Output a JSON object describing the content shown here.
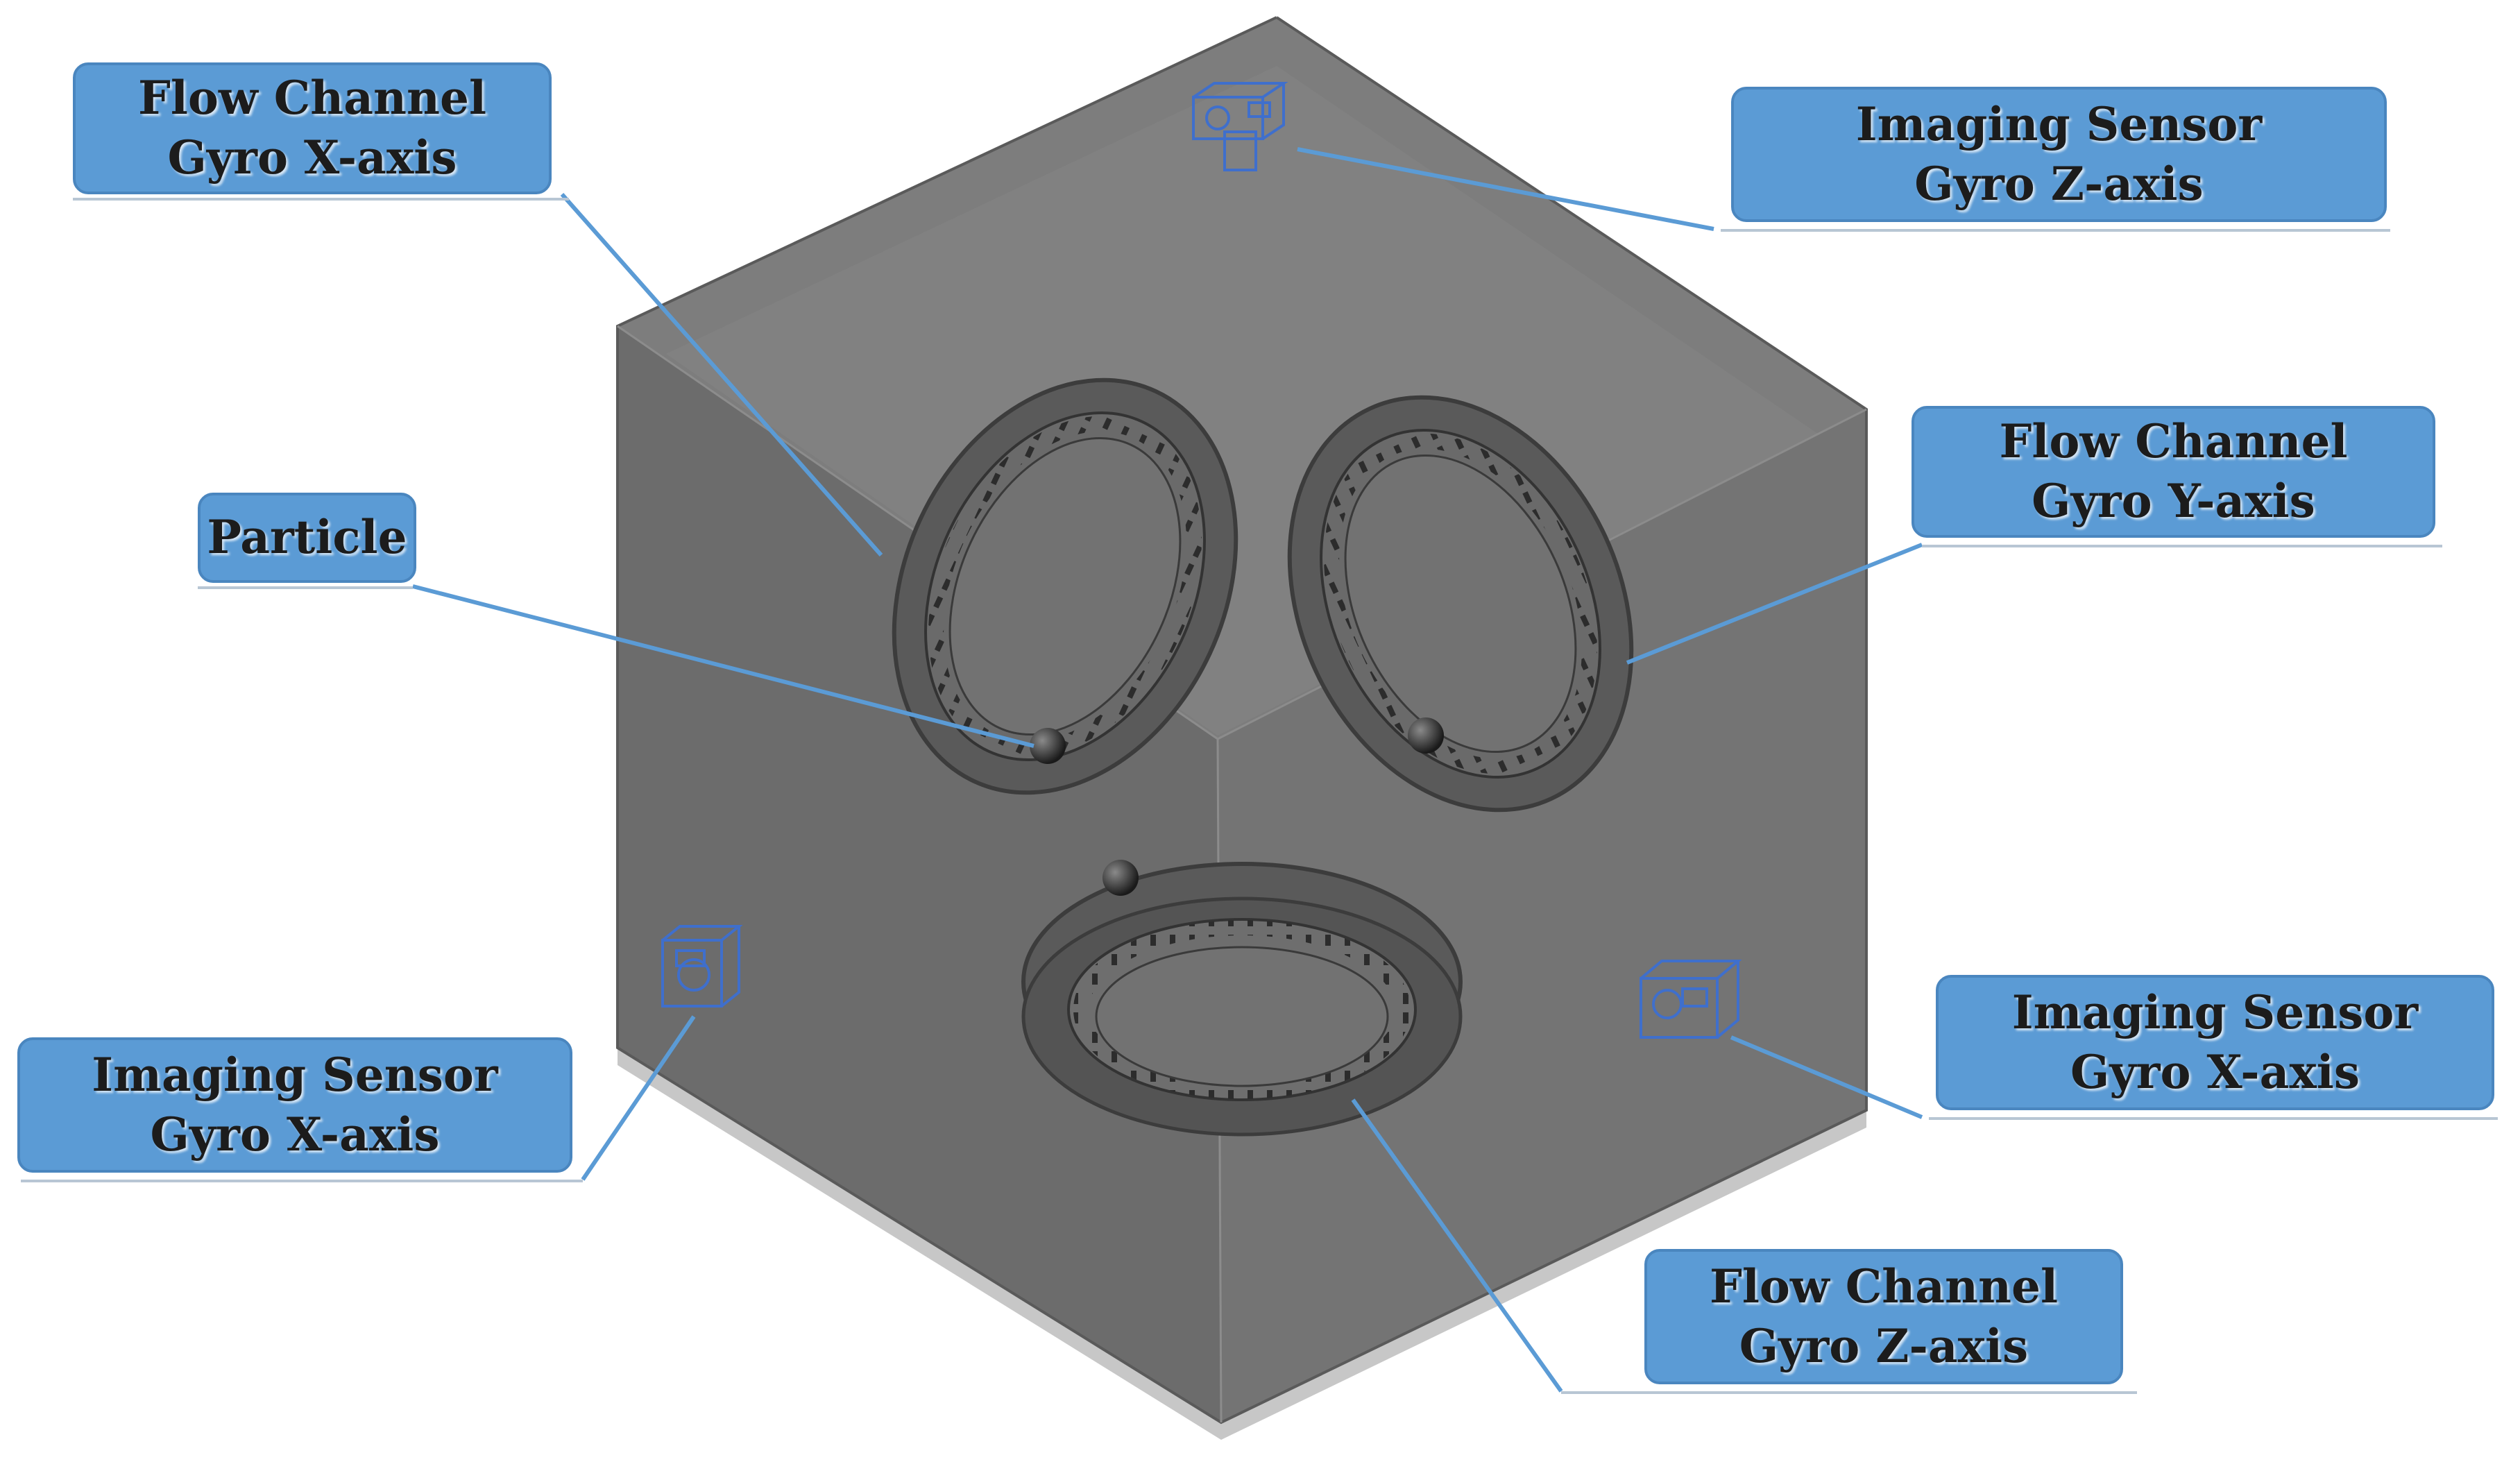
{
  "labels": {
    "flow_x": {
      "line1": "Flow Channel",
      "line2": "Gyro X-axis"
    },
    "flow_y": {
      "line1": "Flow Channel",
      "line2": "Gyro Y-axis"
    },
    "flow_z": {
      "line1": "Flow Channel",
      "line2": "Gyro Z-axis"
    },
    "sensor_z": {
      "line1": "Imaging Sensor",
      "line2": "Gyro Z-axis"
    },
    "sensor_x_left": {
      "line1": "Imaging Sensor",
      "line2": "Gyro X-axis"
    },
    "sensor_x_right": {
      "line1": "Imaging Sensor",
      "line2": "Gyro X-axis"
    },
    "particle": {
      "text": "Particle"
    }
  },
  "colors": {
    "callout_fill": "#5b9bd5",
    "leader_line": "#5b9bd5",
    "cube_top": "#7b7b7b",
    "cube_left": "#6e6e6e",
    "cube_right": "#757575",
    "ring": "#5e5e5e"
  }
}
